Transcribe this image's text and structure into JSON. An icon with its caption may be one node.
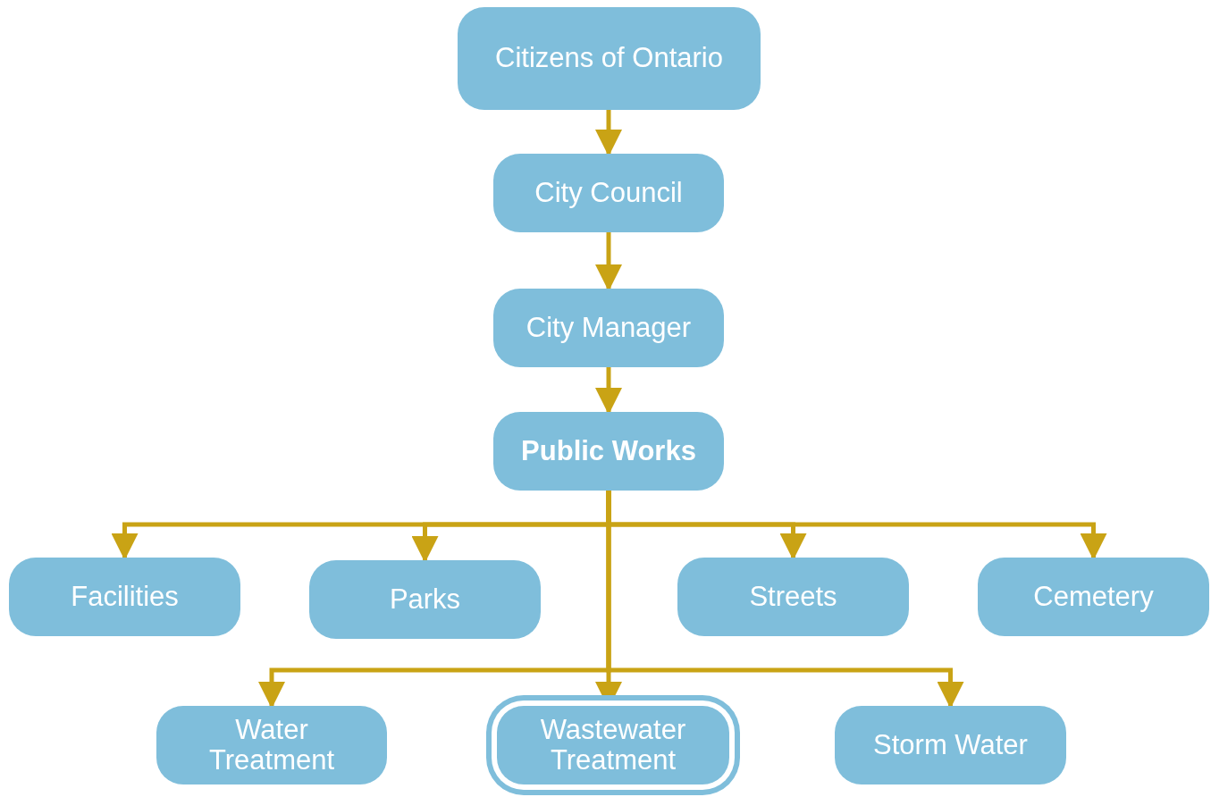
{
  "diagram": {
    "nodes": [
      {
        "text": [
          "Citizens of Ontario"
        ]
      },
      {
        "text": [
          "City Council"
        ]
      },
      {
        "text": [
          "City Manager"
        ]
      },
      {
        "text": [
          "Public Works"
        ]
      },
      {
        "text": [
          "Facilities"
        ]
      },
      {
        "text": [
          "Parks"
        ]
      },
      {
        "text": [
          "Streets"
        ]
      },
      {
        "text": [
          "Cemetery"
        ]
      },
      {
        "text": [
          "Water Treatment"
        ]
      },
      {
        "text": [
          "Wastewater Treatment"
        ]
      },
      {
        "text": [
          "Storm Water"
        ]
      }
    ],
    "edges": [
      {
        "from": 0,
        "to": 1,
        "arrow": "to"
      },
      {
        "from": 1,
        "to": 2,
        "arrow": "to"
      },
      {
        "from": 2,
        "to": 3,
        "arrow": "to"
      },
      {
        "from": 3,
        "to": 4,
        "arrow": "to"
      },
      {
        "from": 3,
        "to": 5,
        "arrow": "to"
      },
      {
        "from": 3,
        "to": 6,
        "arrow": "to"
      },
      {
        "from": 3,
        "to": 7,
        "arrow": "to"
      },
      {
        "from": 3,
        "to": 8,
        "arrow": "to"
      },
      {
        "from": 3,
        "to": 9,
        "arrow": "to"
      },
      {
        "from": 3,
        "to": 10,
        "arrow": "to"
      }
    ]
  }
}
